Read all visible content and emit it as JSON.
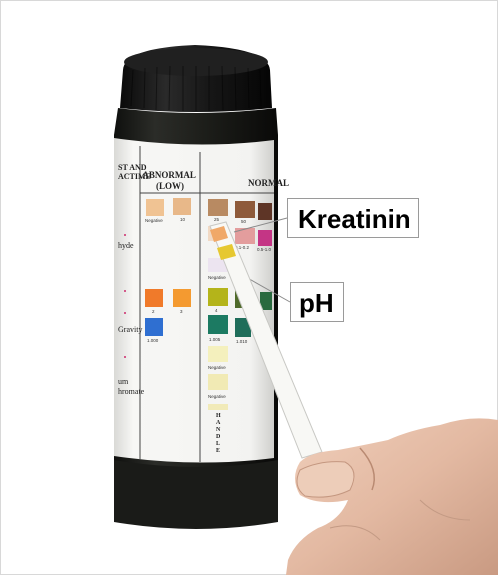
{
  "labels": {
    "kreatinin": "Kreatinin",
    "ph": "pH"
  },
  "bottle_label": {
    "col1_header": [
      "ST AND",
      "ACTIME"
    ],
    "col2_header": [
      "ABNORMAL",
      "(LOW)"
    ],
    "col3_header": "NORMAL",
    "row_names": [
      "hyde",
      "Gravity",
      "um",
      "hromate"
    ],
    "swatch_values": {
      "negative": "Negative",
      "v10": "10",
      "v25": "25",
      "v50": "50",
      "v2": "2",
      "v3": "3",
      "v4": "4",
      "v1000": "1.000",
      "v1005": "1.005",
      "v1010": "1.010",
      "v01": "0.1-0.2",
      "v05": "0.5-1.0"
    },
    "handle_text": [
      "H",
      "A",
      "N",
      "D",
      "L",
      "E"
    ]
  },
  "colors": {
    "bottle": "#1e1f1b",
    "cap": "#141414",
    "label": "#f7f7f5",
    "skin": "#e7c2ad",
    "strip": "#f8f8f5",
    "callout": "#8a8a8a"
  }
}
